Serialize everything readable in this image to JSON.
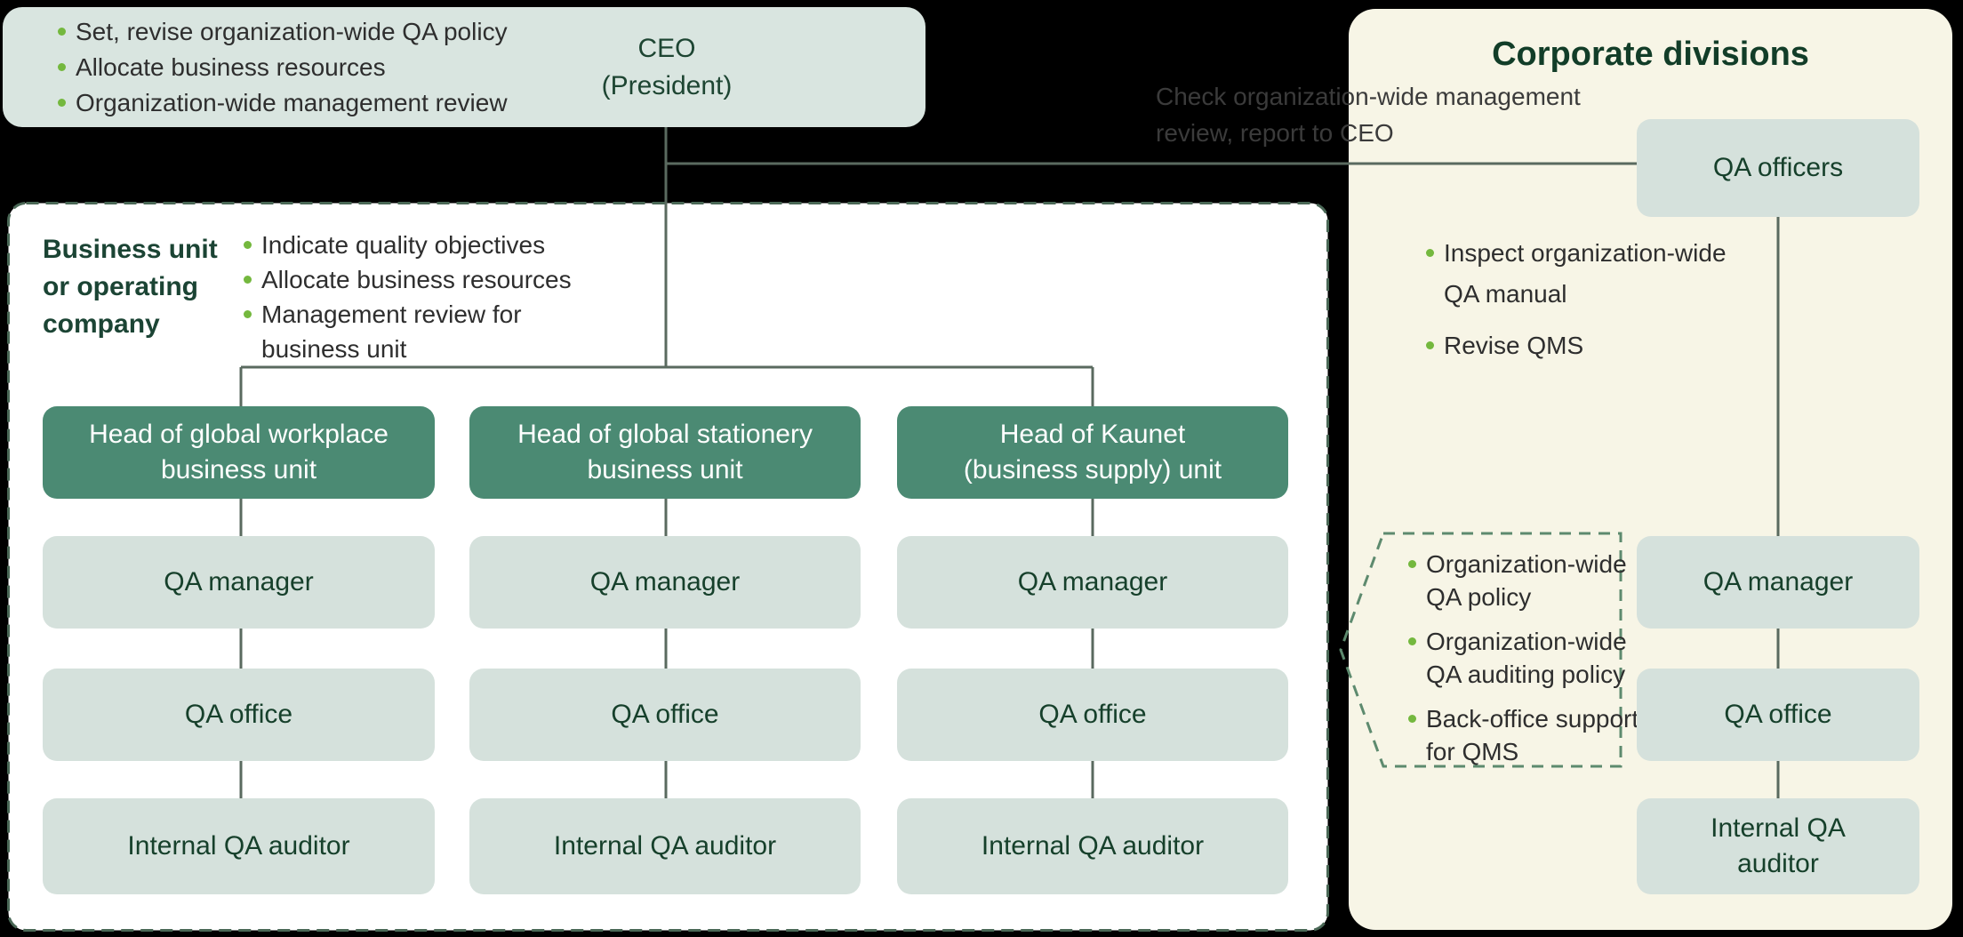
{
  "colors": {
    "background": "#000000",
    "panel_cream": "#f7f5e6",
    "box_light_green": "#d5e1dc",
    "ceo_box_green": "#d9e5e0",
    "box_dark_green": "#4b8a73",
    "text_dark_green": "#16402b",
    "text_body": "#2e2e2e",
    "note_gray": "#3b3b3b",
    "bullet_green": "#74b83e",
    "connector_line": "#5a6a5f",
    "container_dash_border": "#4a6856",
    "callout_dash_border": "#5d8a6e"
  },
  "ceo": {
    "duties": [
      "Set, revise organization-wide QA policy",
      "Allocate business resources",
      "Organization-wide management review"
    ],
    "title": [
      "CEO",
      "(President)"
    ]
  },
  "note": {
    "lines": [
      "Check organization-wide management",
      "review, report to CEO"
    ]
  },
  "business_unit": {
    "label": [
      "Business unit",
      "or operating",
      "company"
    ],
    "duties": [
      [
        "Indicate quality objectives"
      ],
      [
        "Allocate business resources"
      ],
      [
        "Management review for",
        "business unit"
      ]
    ],
    "columns": [
      {
        "head": [
          "Head of global workplace",
          "business unit"
        ],
        "manager": "QA manager",
        "office": "QA office",
        "auditor": "Internal QA auditor"
      },
      {
        "head": [
          "Head of global stationery",
          "business unit"
        ],
        "manager": "QA manager",
        "office": "QA office",
        "auditor": "Internal QA auditor"
      },
      {
        "head": [
          "Head of Kaunet",
          "(business supply) unit"
        ],
        "manager": "QA manager",
        "office": "QA office",
        "auditor": "Internal QA auditor"
      }
    ]
  },
  "corporate": {
    "title": "Corporate divisions",
    "officers_label": "QA officers",
    "officer_duties": [
      [
        "Inspect organization-wide",
        "QA manual"
      ],
      [
        "Revise QMS"
      ]
    ],
    "callout_duties": [
      [
        "Organization-wide",
        "QA policy"
      ],
      [
        "Organization-wide",
        "QA auditing policy"
      ],
      [
        "Back-office support",
        "for QMS"
      ]
    ],
    "manager": "QA manager",
    "office": "QA office",
    "auditor": [
      "Internal QA",
      "auditor"
    ]
  }
}
